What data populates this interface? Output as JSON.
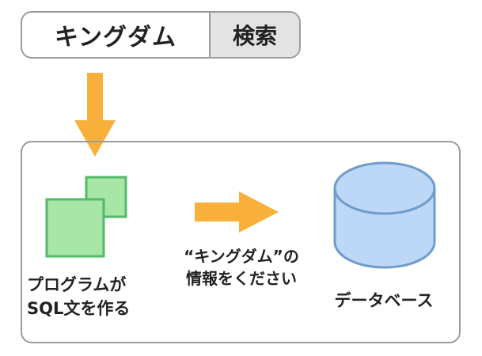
{
  "search": {
    "query": "キングダム",
    "button_label": "検索"
  },
  "program": {
    "caption_line1": "プログラムが",
    "caption_line2": "SQL文を作る"
  },
  "request": {
    "caption_line1": "“キングダム”の",
    "caption_line2": "情報をください"
  },
  "database": {
    "caption": "データベース"
  },
  "colors": {
    "arrow": "#f8b03a",
    "program_fill": "#a8e6a8",
    "program_stroke": "#52b86a",
    "database_fill": "#bcd8f6",
    "database_stroke": "#6e9ccc",
    "frame_border": "#9b9b9b",
    "search_button_bg": "#e3e3e3"
  },
  "icons": [
    "down-arrow-icon",
    "right-arrow-icon",
    "program-icon",
    "database-icon"
  ]
}
